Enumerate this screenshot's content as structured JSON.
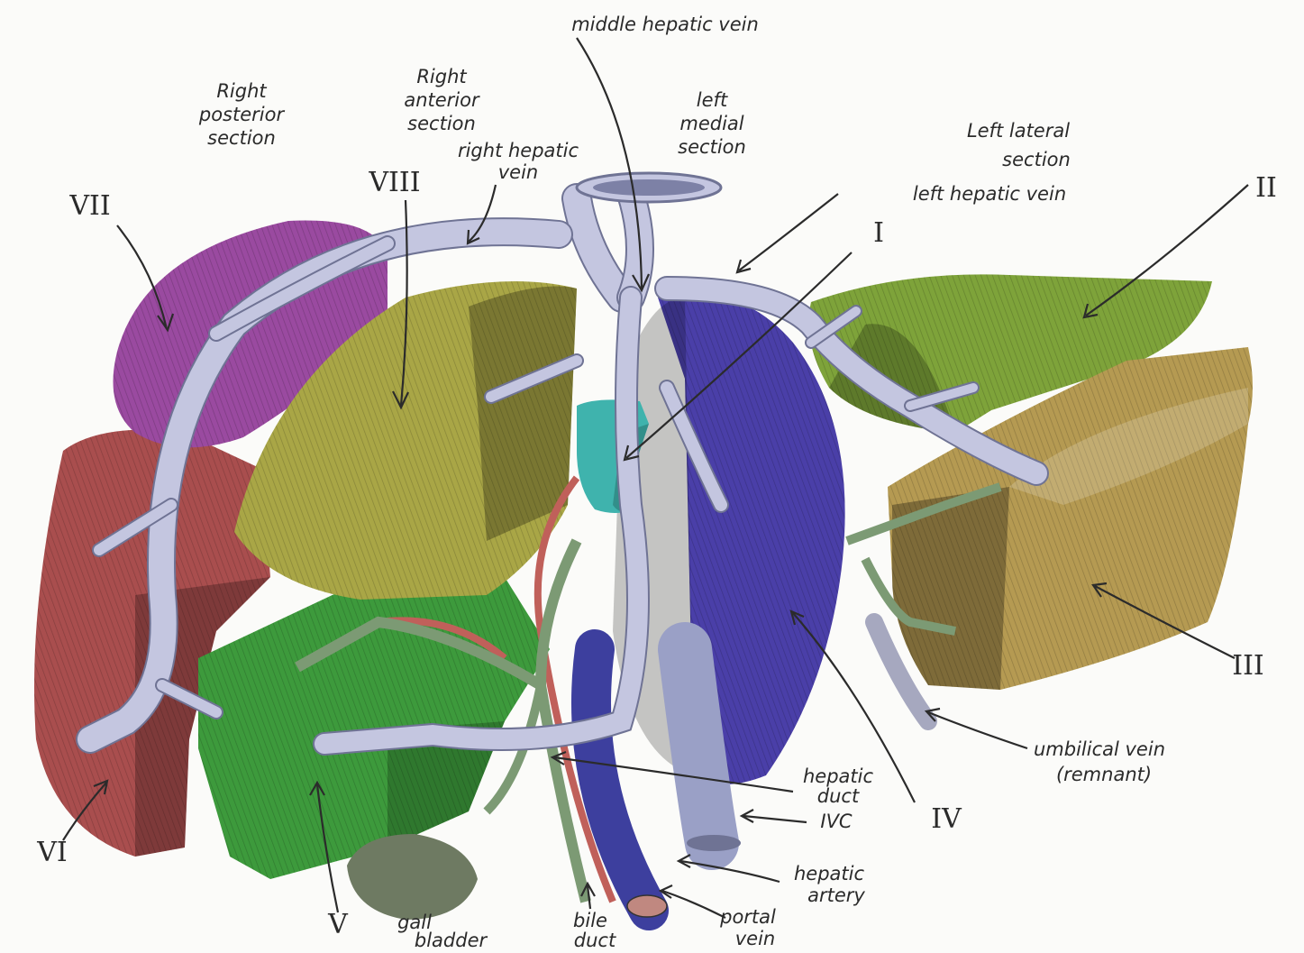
{
  "colors": {
    "segment_I": "#3fb3ad",
    "segment_II": "#7ea33a",
    "segment_III": "#b59a52",
    "segment_IV": "#4a3fa8",
    "segment_V": "#3d9a3c",
    "segment_VI": "#a94e4e",
    "segment_VII": "#9a4aa0",
    "segment_VIII": "#a9a646",
    "hepatic_veins": "#c4c6e0",
    "portal_vein": "#3d3f9e",
    "hepatic_artery": "#c0605a",
    "bile_duct": "#7c9a74",
    "gallbladder": "#6e7a62"
  },
  "labels": {
    "middle_hepatic_vein": "middle hepatic vein",
    "right_posterior_section": [
      "Right",
      "posterior",
      "section"
    ],
    "right_anterior_section": [
      "Right",
      "anterior",
      "section"
    ],
    "left_medial_section": [
      "left",
      "medial",
      "section"
    ],
    "left_lateral_section": [
      "Left lateral",
      "section"
    ],
    "right_hepatic_vein": [
      "right hepatic",
      "vein"
    ],
    "left_hepatic_vein": "left hepatic vein",
    "umbilical_vein": [
      "umbilical vein",
      "(remnant)"
    ],
    "hepatic_duct": [
      "hepatic",
      "duct"
    ],
    "ivc": "IVC",
    "hepatic_artery": [
      "hepatic",
      "artery"
    ],
    "portal_vein": [
      "portal",
      "vein"
    ],
    "bile_duct": [
      "bile",
      "duct"
    ],
    "gall_bladder": [
      "gall",
      "bladder"
    ]
  },
  "segments": {
    "I": "I",
    "II": "II",
    "III": "III",
    "IV": "IV",
    "V": "V",
    "VI": "VI",
    "VII": "VII",
    "VIII": "VIII"
  }
}
